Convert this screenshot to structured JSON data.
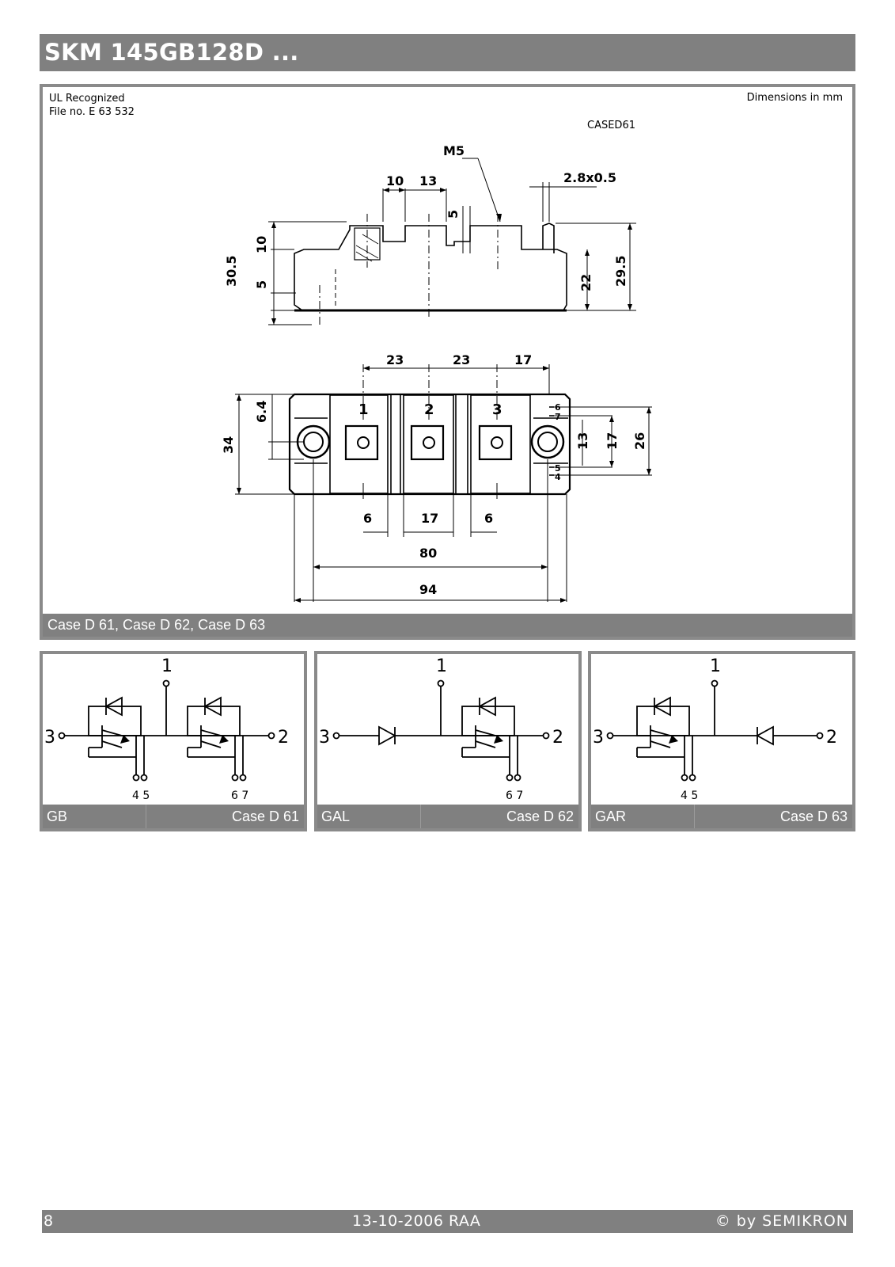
{
  "header": {
    "title": "SKM 145GB128D ..."
  },
  "drawing": {
    "ul_line1": "UL Recognized",
    "ul_line2": "File no. E 63 532",
    "dimensions_note": "Dimensions in mm",
    "case_code": "CASED61",
    "caption": "Case D 61, Case D 62, Case D 63",
    "side_view_labels": {
      "thread": "M5",
      "d10a": "10",
      "d13": "13",
      "d5top": "5",
      "tab": "2.8x0.5",
      "d10side": "10",
      "d30_5": "30.5",
      "d5side": "5",
      "d22": "22",
      "d29_5": "29.5"
    },
    "top_view_labels": {
      "d23a": "23",
      "d23b": "23",
      "d17top": "17",
      "d6_4": "6.4",
      "d34": "34",
      "t1": "1",
      "t2": "2",
      "t3": "3",
      "p6": "6",
      "p7": "7",
      "p5": "5",
      "p4": "4",
      "d13r": "13",
      "d17r": "17",
      "d26r": "26",
      "d6a": "6",
      "d17b": "17",
      "d6b": "6",
      "d80": "80",
      "d94": "94"
    }
  },
  "circuits": [
    {
      "pin1": "1",
      "pin2": "2",
      "pin3": "3",
      "aux_left": "4 5",
      "aux_right": "6 7",
      "type": "GB",
      "case": "Case D 61"
    },
    {
      "pin1": "1",
      "pin2": "2",
      "pin3": "3",
      "aux_right": "6 7",
      "type": "GAL",
      "case": "Case D 62"
    },
    {
      "pin1": "1",
      "pin2": "2",
      "pin3": "3",
      "aux_left": "4 5",
      "type": "GAR",
      "case": "Case D 63"
    }
  ],
  "footer": {
    "page": "8",
    "date": "13-10-2006  RAA",
    "copyright": "© by SEMIKRON"
  }
}
